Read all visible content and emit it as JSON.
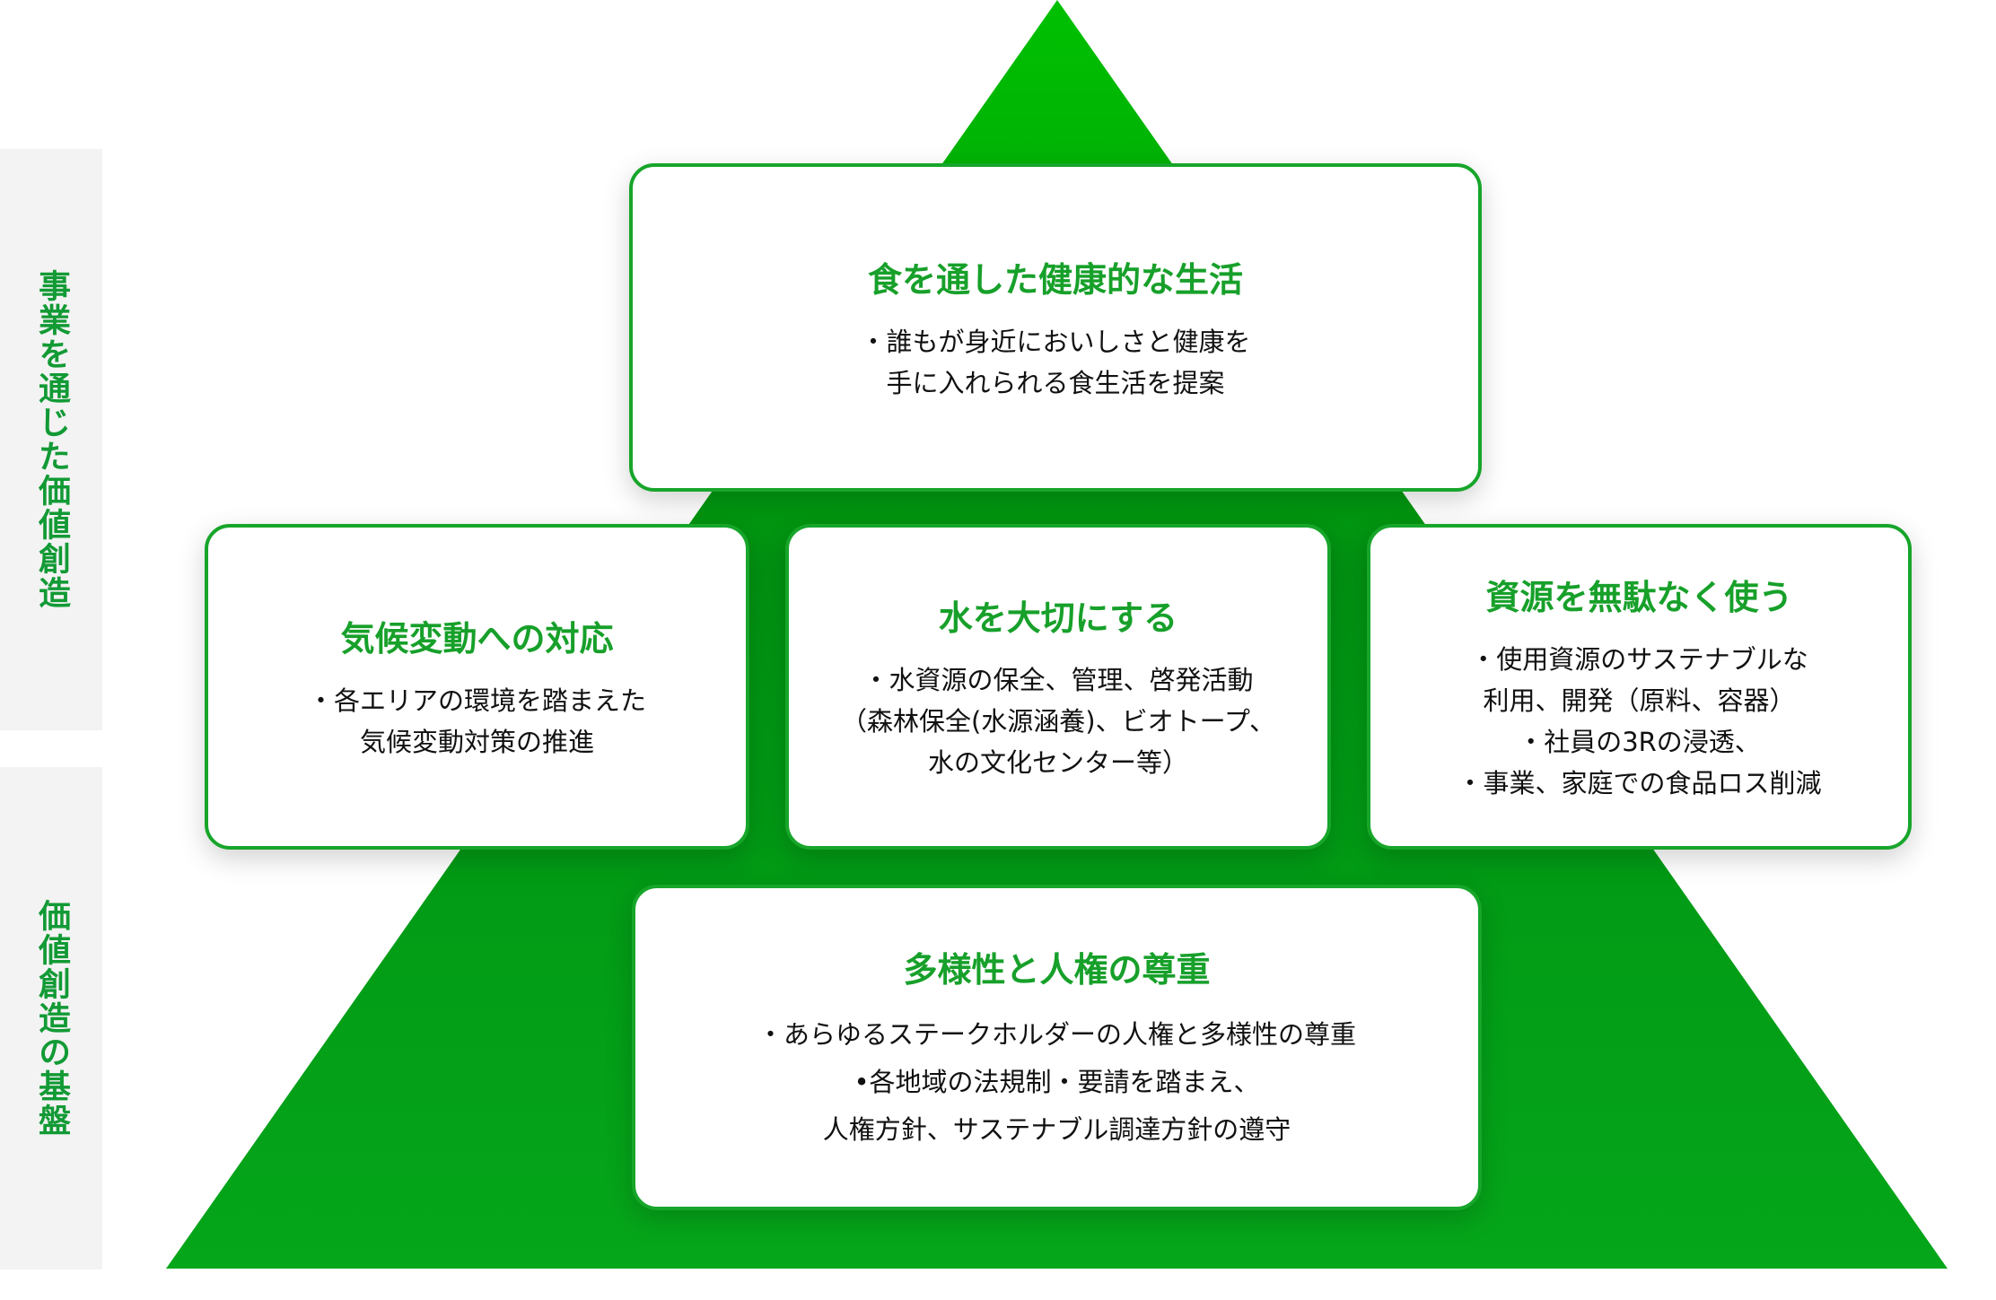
{
  "colors": {
    "accent": "#17a02a",
    "triangle_top": "#00c000",
    "triangle_bottom": "#009a12",
    "side_bg": "#f3f3f3"
  },
  "side_labels": [
    "事業を通じた価値創造",
    "価値創造の基盤"
  ],
  "cards": {
    "top": {
      "title": "食を通した健康的な生活",
      "lines": [
        "・誰もが身近においしさと健康を",
        "手に入れられる食生活を提案"
      ]
    },
    "left": {
      "title": "気候変動への対応",
      "lines": [
        "・各エリアの環境を踏まえた",
        "気候変動対策の推進"
      ]
    },
    "middle": {
      "title": "水を大切にする",
      "lines": [
        "・水資源の保全、管理、啓発活動",
        "（森林保全(水源涵養)、ビオトープ、",
        "水の文化センター等）"
      ]
    },
    "right": {
      "title": "資源を無駄なく使う",
      "lines": [
        "・使用資源のサステナブルな",
        "利用、開発（原料、容器）",
        "・社員の3Rの浸透、",
        "・事業、家庭での食品ロス削減"
      ]
    },
    "bottom": {
      "title": "多様性と人権の尊重",
      "lines": [
        "・あらゆるステークホルダーの人権と多様性の尊重",
        "•各地域の法規制・要請を踏まえ、",
        "人権方針、サステナブル調達方針の遵守"
      ]
    }
  }
}
